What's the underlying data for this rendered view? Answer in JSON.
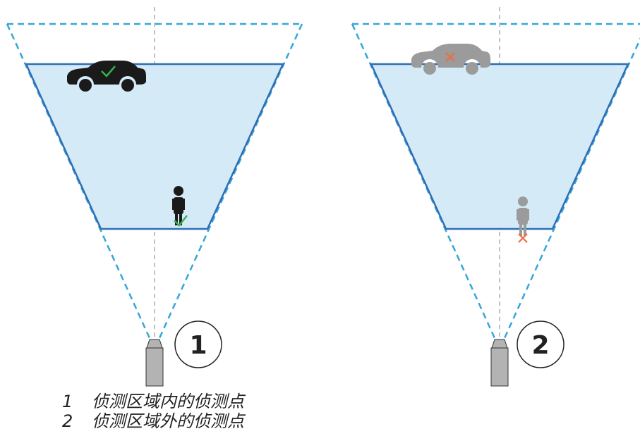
{
  "badges": [
    "1",
    "2"
  ],
  "legend": [
    {
      "num": "1",
      "text": "侦测区域内的侦测点"
    },
    {
      "num": "2",
      "text": "侦测区域外的侦测点"
    }
  ],
  "colors": {
    "zone_fill": "#d4eaf7",
    "zone_stroke": "#2f6db5",
    "fov_dash": "#36a6d8",
    "axis": "#9a9a9a",
    "object_inside": "#1a1a1a",
    "object_outside": "#9b9b9b",
    "check": "#37b24d",
    "cross": "#f06a3c",
    "camera": "#b3b3b3"
  },
  "icons": [
    "car-icon",
    "person-icon",
    "check-icon",
    "cross-icon",
    "camera-icon"
  ]
}
